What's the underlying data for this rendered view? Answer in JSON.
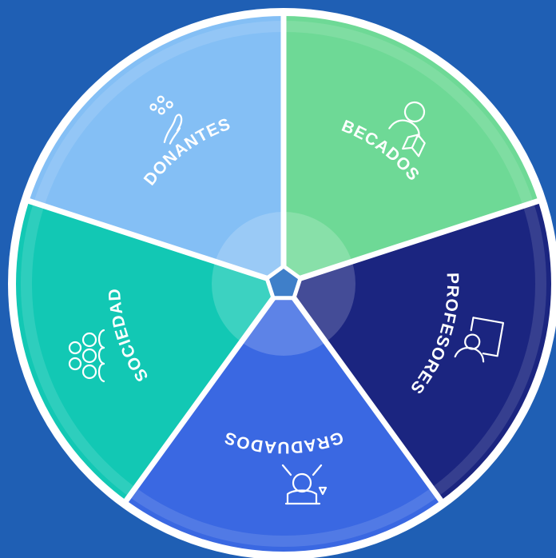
{
  "diagram": {
    "segments": [
      {
        "key": "donantes",
        "label": "DONANTES",
        "color": "#6ed996",
        "icon": "hand-with-coins-icon"
      },
      {
        "key": "becados",
        "label": "BECADOS",
        "color": "#1b2580",
        "icon": "student-reading-icon"
      },
      {
        "key": "profesores",
        "label": "PROFESORES",
        "color": "#3a68e2",
        "icon": "teacher-board-icon"
      },
      {
        "key": "graduados",
        "label": "GRADUADOS",
        "color": "#12c8b4",
        "icon": "graduate-icon"
      },
      {
        "key": "sociedad",
        "label": "SOCIEDAD",
        "color": "#84bff5",
        "icon": "community-icon"
      }
    ],
    "background_color": "#1f5fb4",
    "center_color": "#3f7fc9"
  }
}
